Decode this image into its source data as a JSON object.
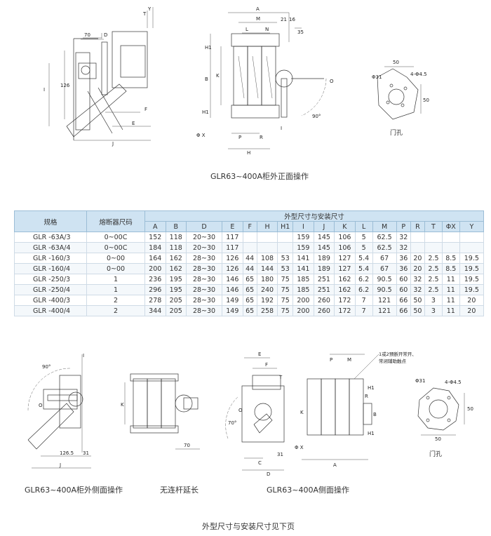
{
  "captions": {
    "front_view": "GLR63~400A柜外正面操作",
    "door_hole_top": "门孔",
    "side_view_left": "GLR63~400A柜外侧面操作",
    "no_extension": "无连杆延长",
    "side_view_right": "GLR63~400A侧面操作",
    "door_hole_bottom": "门孔",
    "footer": "外型尺寸与安装尺寸见下页"
  },
  "labels": {
    "contact_note_1": "1或2预断开常开、",
    "contact_note_2": "常闭辅助触点",
    "dim_top_left": [
      "70",
      "D",
      "T",
      "Y",
      "126",
      "I",
      "F",
      "E",
      "J"
    ],
    "dim_top_front": [
      "A",
      "M",
      "21",
      "16",
      "L",
      "N",
      "35",
      "H1",
      "B",
      "K",
      "O",
      "90°",
      "H1",
      "P",
      "H",
      "Φ X",
      "I",
      "R"
    ],
    "dim_door_top": [
      "50",
      "4-Φ4.5",
      "Φ31",
      "50"
    ],
    "dim_side_left": [
      "90°",
      "I",
      "O",
      "126.5",
      "31",
      "J"
    ],
    "dim_no_ext": [
      "K",
      "70"
    ],
    "dim_side_right": [
      "E",
      "F",
      "T",
      "O",
      "70°",
      "C",
      "31",
      "D",
      "P",
      "M",
      "R",
      "K",
      "B",
      "H1",
      "H1",
      "Φ X",
      "A"
    ],
    "dim_door_bottom": [
      "Φ31",
      "4-Φ4.5",
      "50",
      "50"
    ]
  },
  "table": {
    "col_model": "规格",
    "col_fuse": "熔断器尺码",
    "col_group": "外型尺寸与安装尺寸",
    "dim_headers": [
      "A",
      "B",
      "D",
      "E",
      "F",
      "H",
      "H1",
      "I",
      "J",
      "K",
      "L",
      "M",
      "P",
      "R",
      "T",
      "ΦX",
      "Y"
    ],
    "rows": [
      {
        "model": "GLR -63A/3",
        "fuse": "0~00C",
        "vals": [
          "152",
          "118",
          "20~30",
          "117",
          "",
          "",
          "",
          "159",
          "145",
          "106",
          "5",
          "62.5",
          "32",
          "",
          "",
          "",
          ""
        ]
      },
      {
        "model": "GLR -63A/4",
        "fuse": "0~00C",
        "vals": [
          "184",
          "118",
          "20~30",
          "117",
          "",
          "",
          "",
          "159",
          "145",
          "106",
          "5",
          "62.5",
          "32",
          "",
          "",
          "",
          ""
        ]
      },
      {
        "model": "GLR -160/3",
        "fuse": "0~00",
        "vals": [
          "164",
          "162",
          "28~30",
          "126",
          "44",
          "108",
          "53",
          "141",
          "189",
          "127",
          "5.4",
          "67",
          "36",
          "20",
          "2.5",
          "8.5",
          "19.5"
        ]
      },
      {
        "model": "GLR -160/4",
        "fuse": "0~00",
        "vals": [
          "200",
          "162",
          "28~30",
          "126",
          "44",
          "144",
          "53",
          "141",
          "189",
          "127",
          "5.4",
          "67",
          "36",
          "20",
          "2.5",
          "8.5",
          "19.5"
        ]
      },
      {
        "model": "GLR -250/3",
        "fuse": "1",
        "vals": [
          "236",
          "195",
          "28~30",
          "146",
          "65",
          "180",
          "75",
          "185",
          "251",
          "162",
          "6.2",
          "90.5",
          "60",
          "32",
          "2.5",
          "11",
          "19.5"
        ]
      },
      {
        "model": "GLR -250/4",
        "fuse": "1",
        "vals": [
          "296",
          "195",
          "28~30",
          "146",
          "65",
          "240",
          "75",
          "185",
          "251",
          "162",
          "6.2",
          "90.5",
          "60",
          "32",
          "2.5",
          "11",
          "19.5"
        ]
      },
      {
        "model": "GLR -400/3",
        "fuse": "2",
        "vals": [
          "278",
          "205",
          "28~30",
          "149",
          "65",
          "192",
          "75",
          "200",
          "260",
          "172",
          "7",
          "121",
          "66",
          "50",
          "3",
          "11",
          "20"
        ]
      },
      {
        "model": "GLR -400/4",
        "fuse": "2",
        "vals": [
          "344",
          "205",
          "28~30",
          "149",
          "65",
          "258",
          "75",
          "200",
          "260",
          "172",
          "7",
          "121",
          "66",
          "50",
          "3",
          "11",
          "20"
        ]
      }
    ]
  }
}
